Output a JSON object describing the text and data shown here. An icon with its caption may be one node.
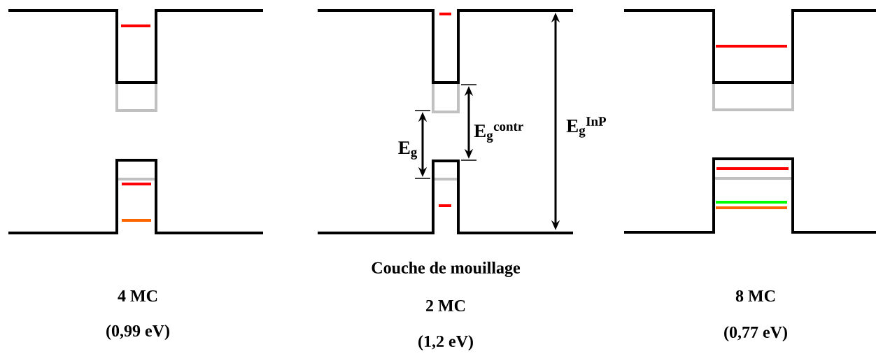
{
  "diagram": {
    "labels": [
      "E$_{g}$$^{InP}$",
      "E$_{g}$$^{contr}$",
      "E$_{g}$",
      "Couche de mouillage",
      "4 MC",
      "8 MC",
      "2 MC",
      "(0,99 eV)",
      "(0,77 eV)",
      "(1,2 eV)"
    ]
  }
}
